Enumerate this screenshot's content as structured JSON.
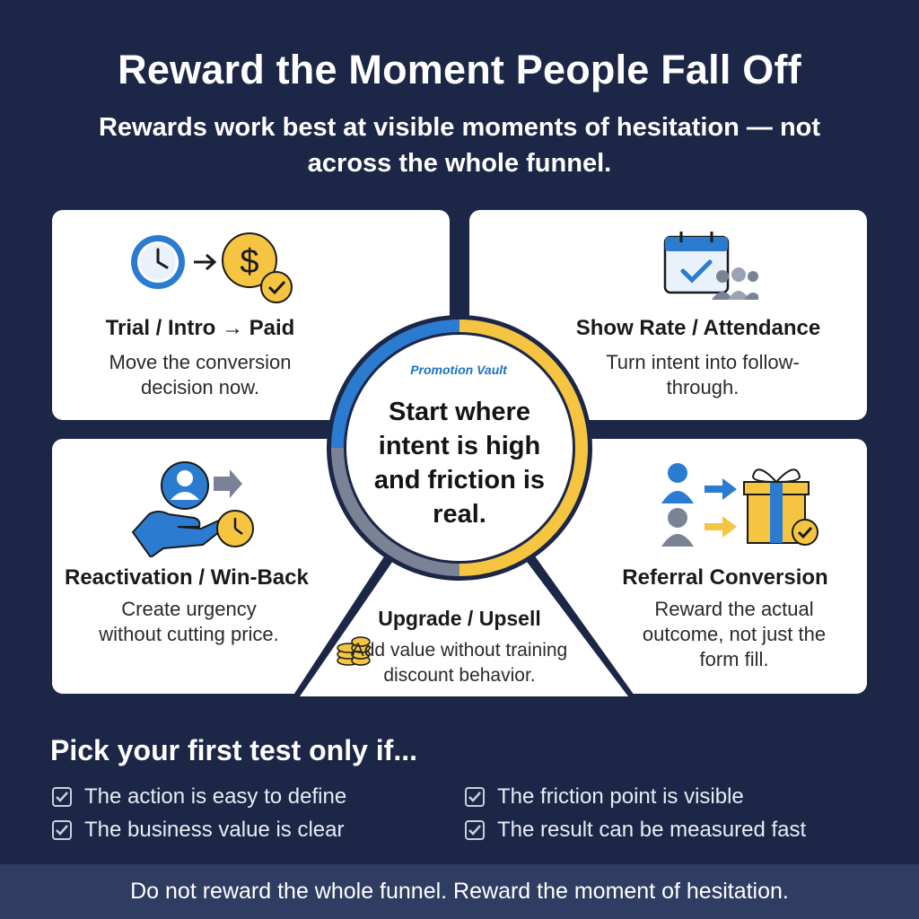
{
  "header": {
    "title": "Reward the Moment People Fall Off",
    "subtitle": "Rewards work best at visible moments of hesitation — not across the whole funnel."
  },
  "cards": {
    "trial": {
      "title": "Trial / Intro → Paid",
      "desc": "Move the conversion decision now."
    },
    "show_rate": {
      "title": "Show Rate / Attendance",
      "desc": "Turn intent into follow-through."
    },
    "reactivation": {
      "title": "Reactivation / Win-Back",
      "desc": "Create urgency without cutting price."
    },
    "referral": {
      "title": "Referral Conversion",
      "desc": "Reward the actual outcome, not just the form fill."
    },
    "upgrade": {
      "title": "Upgrade / Upsell",
      "desc": "Add value without training discount behavior."
    }
  },
  "hub": {
    "brand": "Promotion Vault",
    "text": "Start where intent is high and friction is real."
  },
  "checklist": {
    "heading": "Pick your first test only if...",
    "items": [
      "The action is easy to define",
      "The friction point is visible",
      "The business value is clear",
      "The result can be measured fast"
    ]
  },
  "footer": {
    "text": "Do not reward the whole funnel. Reward the moment of hesitation."
  },
  "colors": {
    "background": "#1c2747",
    "accent_blue": "#2b7bd0",
    "accent_yellow": "#f5c542",
    "footer_bar": "#2f3d63"
  },
  "icons": {
    "trial": [
      "clock-icon",
      "arrow-right-icon",
      "dollar-coin-icon",
      "check-badge-icon"
    ],
    "show_rate": [
      "calendar-check-icon",
      "group-people-icon"
    ],
    "reactivation": [
      "user-arrow-icon",
      "hand-icon",
      "clock-icon"
    ],
    "referral": [
      "person-icon",
      "arrow-right-icon",
      "gift-icon",
      "check-badge-icon"
    ],
    "upgrade": [
      "coin-stack-icon"
    ]
  }
}
